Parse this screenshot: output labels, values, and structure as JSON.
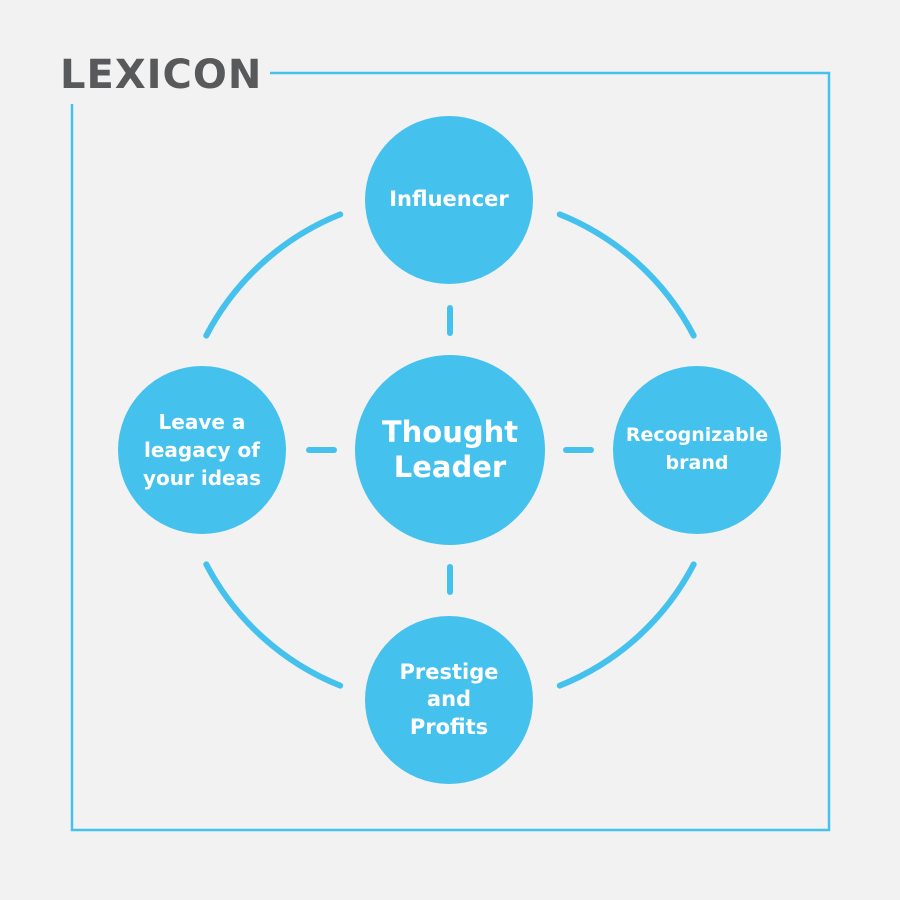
{
  "brand": {
    "logo_text": "LEXICON"
  },
  "diagram": {
    "center": "Thought\nLeader",
    "top": "Influencer",
    "left": "Leave a\nleagacy of\nyour ideas",
    "right": "Recognizable\nbrand",
    "bottom": "Prestige\nand\nProfits"
  },
  "colors": {
    "background": "#f2f2f3",
    "accent": "#45c1ee",
    "logo": "#58595b",
    "node_text": "#ffffff"
  }
}
